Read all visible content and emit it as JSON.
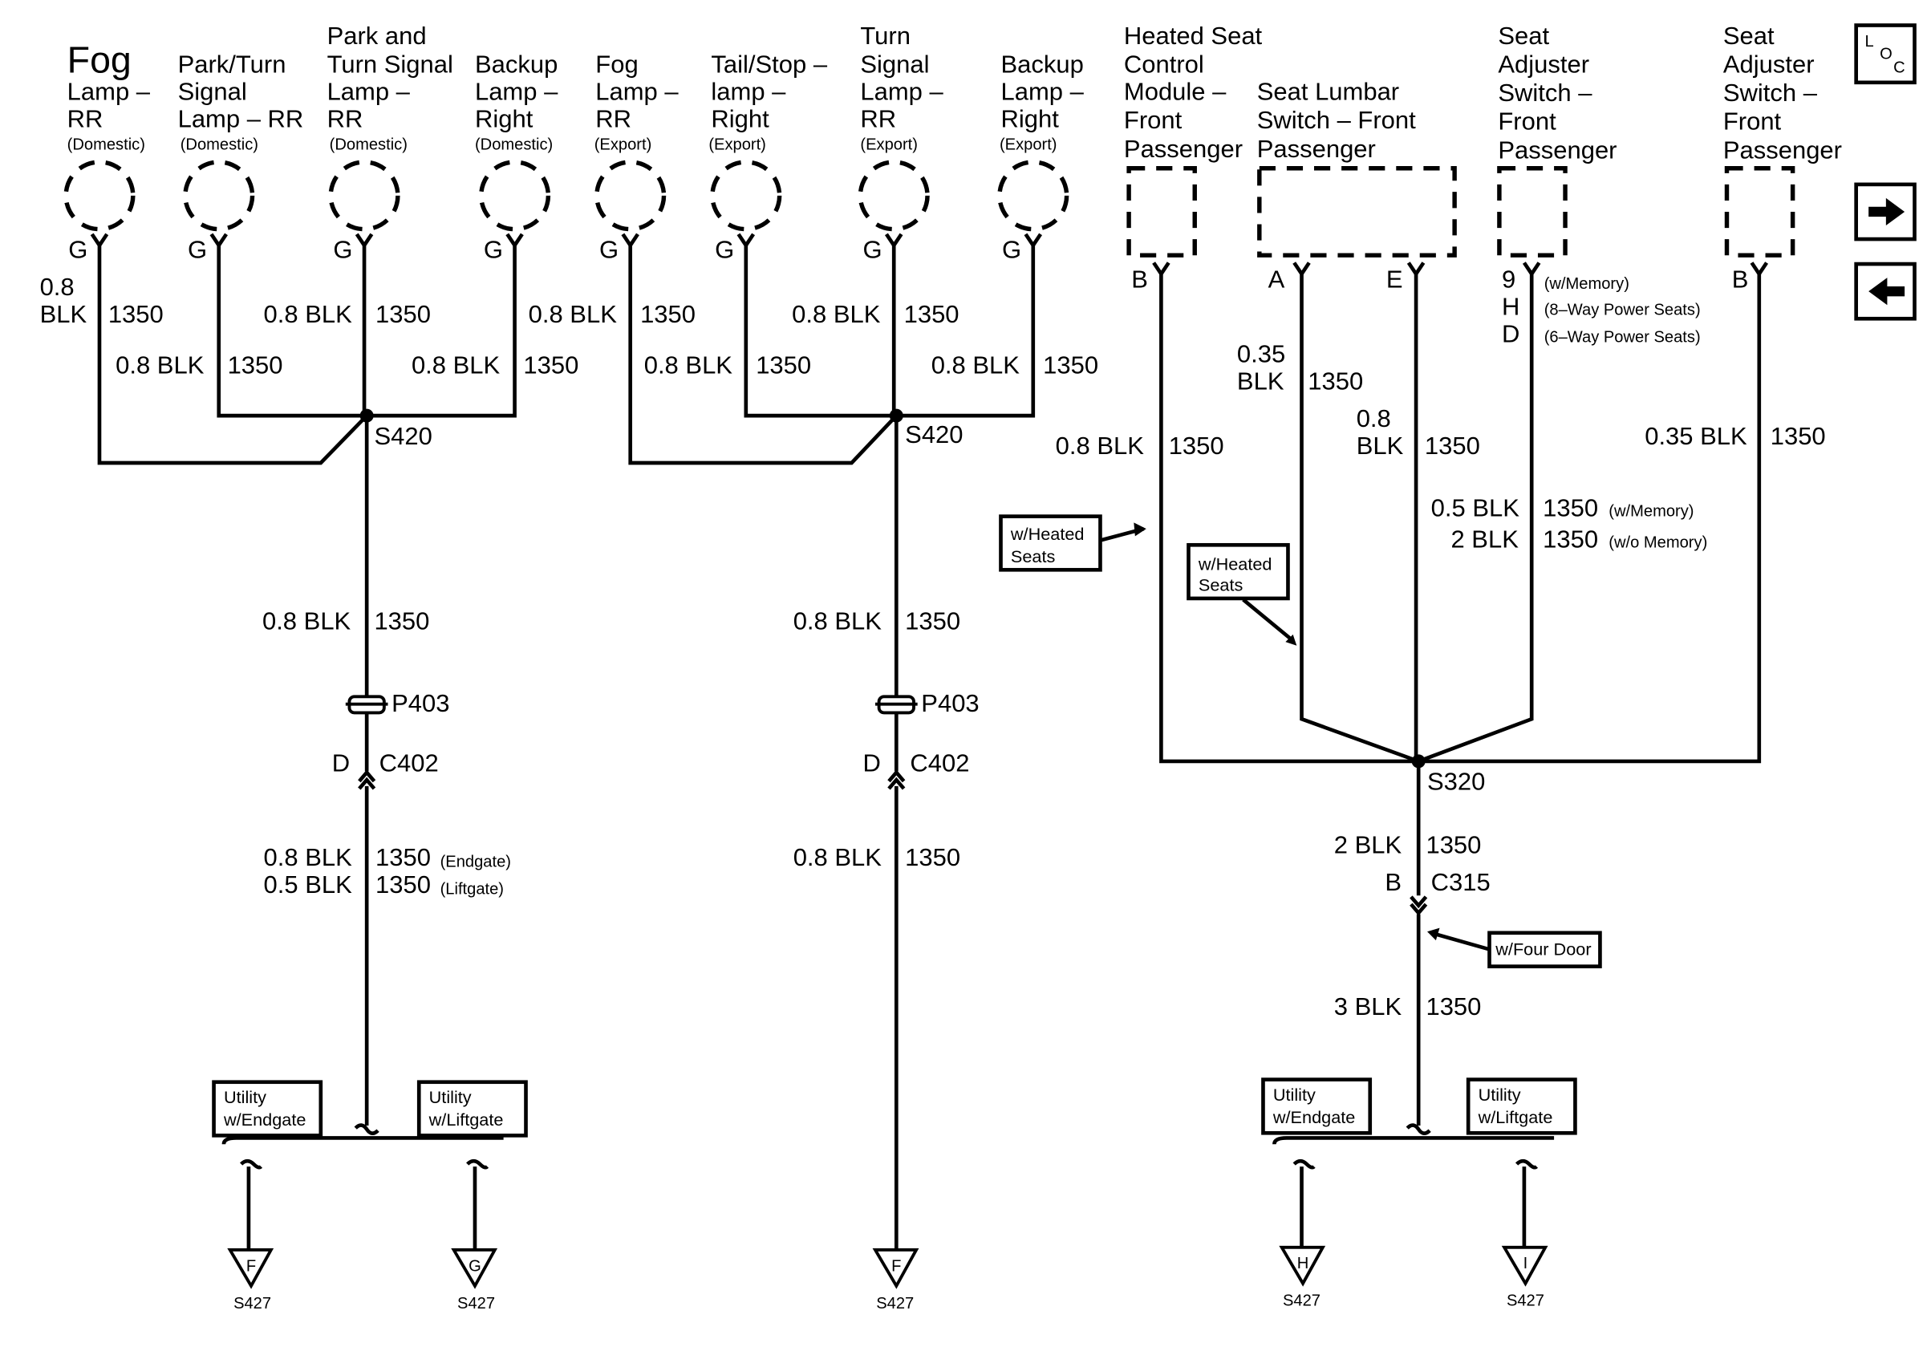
{
  "loc_button": {
    "l": "L",
    "o": "O",
    "c": "C"
  },
  "components": {
    "fog_rr_dom": {
      "lines": [
        "Fog",
        "Lamp –",
        "RR"
      ],
      "note": "(Domestic)",
      "pin": "G"
    },
    "park_turn_dom": {
      "lines": [
        "Park/Turn",
        "Signal",
        "Lamp – RR"
      ],
      "note": "(Domestic)",
      "pin": "G"
    },
    "park_and_turn_dom": {
      "lines": [
        "Park and",
        "Turn Signal",
        "Lamp –",
        "RR"
      ],
      "note": "(Domestic)",
      "pin": "G"
    },
    "backup_right_dom": {
      "lines": [
        "Backup",
        "Lamp –",
        "Right"
      ],
      "note": "(Domestic)",
      "pin": "G"
    },
    "fog_rr_exp": {
      "lines": [
        "Fog",
        "Lamp –",
        "RR"
      ],
      "note": "(Export)",
      "pin": "G"
    },
    "tail_stop_exp": {
      "lines": [
        "Tail/Stop –",
        "lamp –",
        "Right"
      ],
      "note": "(Export)",
      "pin": "G"
    },
    "turn_signal_exp": {
      "lines": [
        "Turn",
        "Signal",
        "Lamp –",
        "RR"
      ],
      "note": "(Export)",
      "pin": "G"
    },
    "backup_right_exp": {
      "lines": [
        "Backup",
        "Lamp –",
        "Right"
      ],
      "note": "(Export)",
      "pin": "G"
    },
    "heated_seat_module": {
      "lines": [
        "Heated Seat",
        "Control",
        "Module –",
        "Front",
        "Passenger"
      ],
      "pin": "B"
    },
    "seat_lumbar_switch": {
      "lines": [
        "Seat Lumbar",
        "Switch – Front",
        "Passenger"
      ],
      "pin_a": "A",
      "pin_e": "E"
    },
    "seat_adjuster_1": {
      "lines": [
        "Seat",
        "Adjuster",
        "Switch –",
        "Front",
        "Passenger"
      ],
      "pins": [
        "9",
        "H",
        "D"
      ],
      "pin_notes": [
        "(w/Memory)",
        "(8–Way Power Seats)",
        "(6–Way Power Seats)"
      ]
    },
    "seat_adjuster_2": {
      "lines": [
        "Seat",
        "Adjuster",
        "Switch –",
        "Front",
        "Passenger"
      ],
      "pin": "B"
    }
  },
  "wires": {
    "w1": {
      "size": "0.8",
      "color": "BLK",
      "circuit": "1350"
    },
    "w2": {
      "label": "0.8 BLK",
      "circuit": "1350"
    },
    "w3": {
      "label": "0.8 BLK",
      "circuit": "1350"
    },
    "w4": {
      "label": "0.8 BLK",
      "circuit": "1350"
    },
    "w5": {
      "label": "0.8 BLK",
      "circuit": "1350"
    },
    "w6": {
      "label": "0.8 BLK",
      "circuit": "1350"
    },
    "w7": {
      "label": "0.8 BLK",
      "circuit": "1350"
    },
    "w8": {
      "label": "0.8 BLK",
      "circuit": "1350"
    },
    "w_s420a_down": {
      "label": "0.8 BLK",
      "circuit": "1350"
    },
    "w_s420b_down": {
      "label": "0.8 BLK",
      "circuit": "1350"
    },
    "w_c402a_down_1": {
      "label": "0.8 BLK",
      "circuit": "1350",
      "note": "(Endgate)"
    },
    "w_c402a_down_2": {
      "label": "0.5 BLK",
      "circuit": "1350",
      "note": "(Liftgate)"
    },
    "w_c402b_down": {
      "label": "0.8 BLK",
      "circuit": "1350"
    },
    "w_heated": {
      "label": "0.8 BLK",
      "circuit": "1350"
    },
    "w_lumbar_a": {
      "size": "0.35",
      "color": "BLK",
      "circuit": "1350"
    },
    "w_lumbar_e": {
      "size": "0.8",
      "color": "BLK",
      "circuit": "1350"
    },
    "w_adj1_1": {
      "label": "0.5 BLK",
      "circuit": "1350",
      "note": "(w/Memory)"
    },
    "w_adj1_2": {
      "label": "2 BLK",
      "circuit": "1350",
      "note": "(w/o Memory)"
    },
    "w_adj2": {
      "label": "0.35 BLK",
      "circuit": "1350"
    },
    "w_s320_down": {
      "label": "2 BLK",
      "circuit": "1350"
    },
    "w_c315_down": {
      "label": "3 BLK",
      "circuit": "1350"
    }
  },
  "splices": {
    "s420a": "S420",
    "s420b": "S420",
    "s320": "S320"
  },
  "connectors": {
    "p403a": "P403",
    "p403b": "P403",
    "c402a": {
      "pin": "D",
      "name": "C402"
    },
    "c402b": {
      "pin": "D",
      "name": "C402"
    },
    "c315": {
      "pin": "B",
      "name": "C315"
    }
  },
  "option_boxes": {
    "heated_1": [
      "w/Heated",
      "Seats"
    ],
    "heated_2": [
      "w/Heated",
      "Seats"
    ],
    "four_door": [
      "w/Four Door"
    ],
    "util_endgate_a": [
      "Utility",
      "w/Endgate"
    ],
    "util_liftgate_a": [
      "Utility",
      "w/Liftgate"
    ],
    "util_endgate_b": [
      "Utility",
      "w/Endgate"
    ],
    "util_liftgate_b": [
      "Utility",
      "w/Liftgate"
    ]
  },
  "grounds": {
    "g1": {
      "letter": "F",
      "name": "S427"
    },
    "g2": {
      "letter": "G",
      "name": "S427"
    },
    "g3": {
      "letter": "F",
      "name": "S427"
    },
    "g4": {
      "letter": "H",
      "name": "S427"
    },
    "g5": {
      "letter": "I",
      "name": "S427"
    }
  },
  "nav": {
    "next": "right-arrow-icon",
    "prev": "left-arrow-icon"
  }
}
